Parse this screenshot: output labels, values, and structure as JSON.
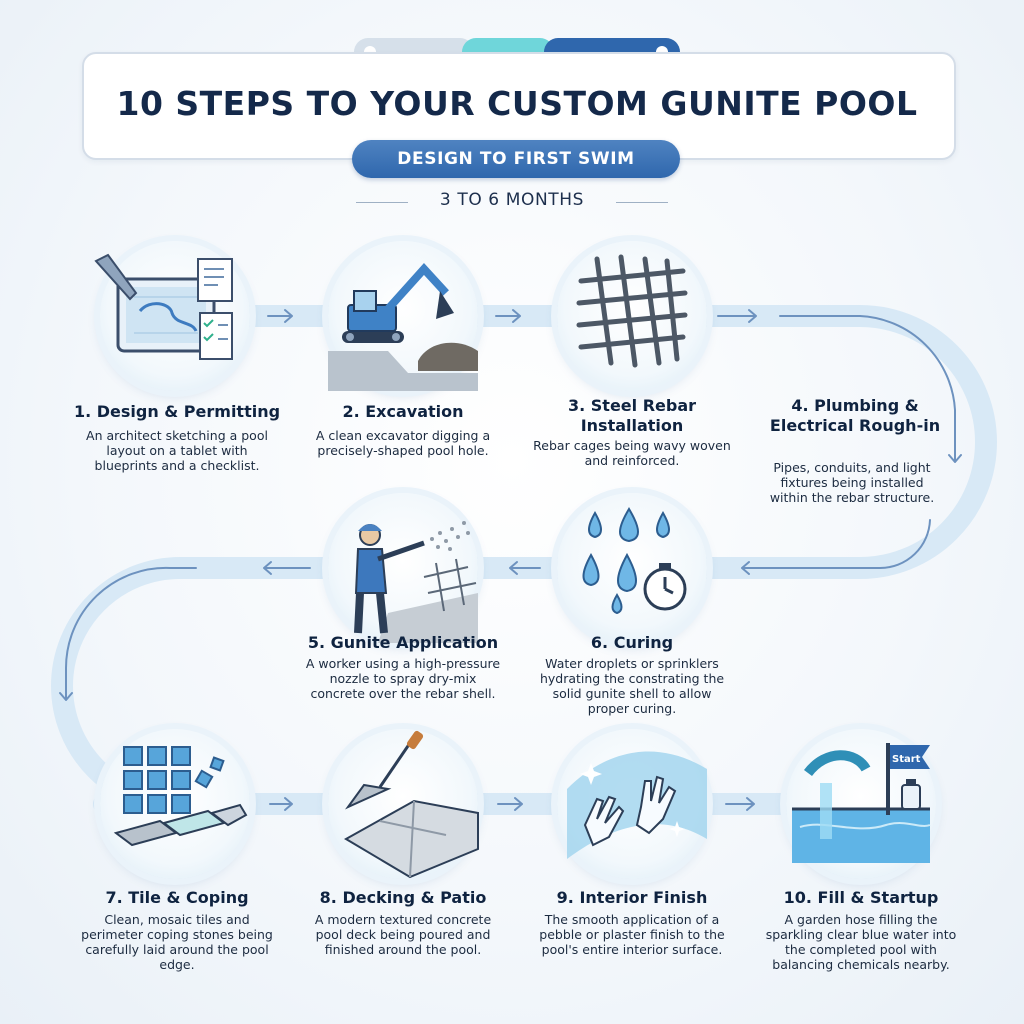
{
  "header": {
    "title": "10 STEPS TO YOUR CUSTOM GUNITE POOL",
    "subtitle": "DESIGN TO FIRST SWIM",
    "duration": "3 TO 6 MONTHS"
  },
  "colors": {
    "navy": "#14294a",
    "accent_blue": "#2f67ad",
    "teal": "#6fd6da",
    "light_flow": "#d8e9f6"
  },
  "steps": [
    {
      "title": "1. Design & Permitting",
      "desc": "An architect sketching a pool layout on a tablet with blueprints and a checklist.",
      "icon": "tablet-blueprint-icon"
    },
    {
      "title": "2. Excavation",
      "desc": "A clean excavator digging a precisely-shaped pool hole.",
      "icon": "excavator-icon"
    },
    {
      "title": "3. Steel Rebar Installation",
      "desc": "Rebar cages being wavy woven and reinforced.",
      "icon": "rebar-grid-icon"
    },
    {
      "title": "4. Plumbing & Electrical Rough-in",
      "desc": "Pipes, conduits, and light fixtures being installed within the rebar structure.",
      "icon": "plumbing-icon"
    },
    {
      "title": "5. Gunite Application",
      "desc": "A worker using a high-pressure nozzle to spray dry-mix concrete over the rebar shell.",
      "icon": "worker-spraying-icon"
    },
    {
      "title": "6. Curing",
      "desc": "Water droplets or sprinklers hydrating the constrating the solid gunite shell to allow proper curing.",
      "icon": "water-drops-timer-icon"
    },
    {
      "title": "7. Tile & Coping",
      "desc": "Clean, mosaic tiles and perimeter coping stones being carefully laid around the pool edge.",
      "icon": "tiles-icon"
    },
    {
      "title": "8. Decking & Patio",
      "desc": "A modern textured concrete pool deck being poured and finished around the pool.",
      "icon": "trowel-deck-icon"
    },
    {
      "title": "9. Interior Finish",
      "desc": "The smooth application of a pebble or plaster finish to the pool's entire interior surface.",
      "icon": "hands-finish-icon"
    },
    {
      "title": "10. Fill & Startup",
      "desc": "A garden hose filling the sparkling clear blue water into the completed pool with balancing chemicals nearby.",
      "icon": "hose-pool-icon",
      "flag_label": "Start"
    }
  ]
}
